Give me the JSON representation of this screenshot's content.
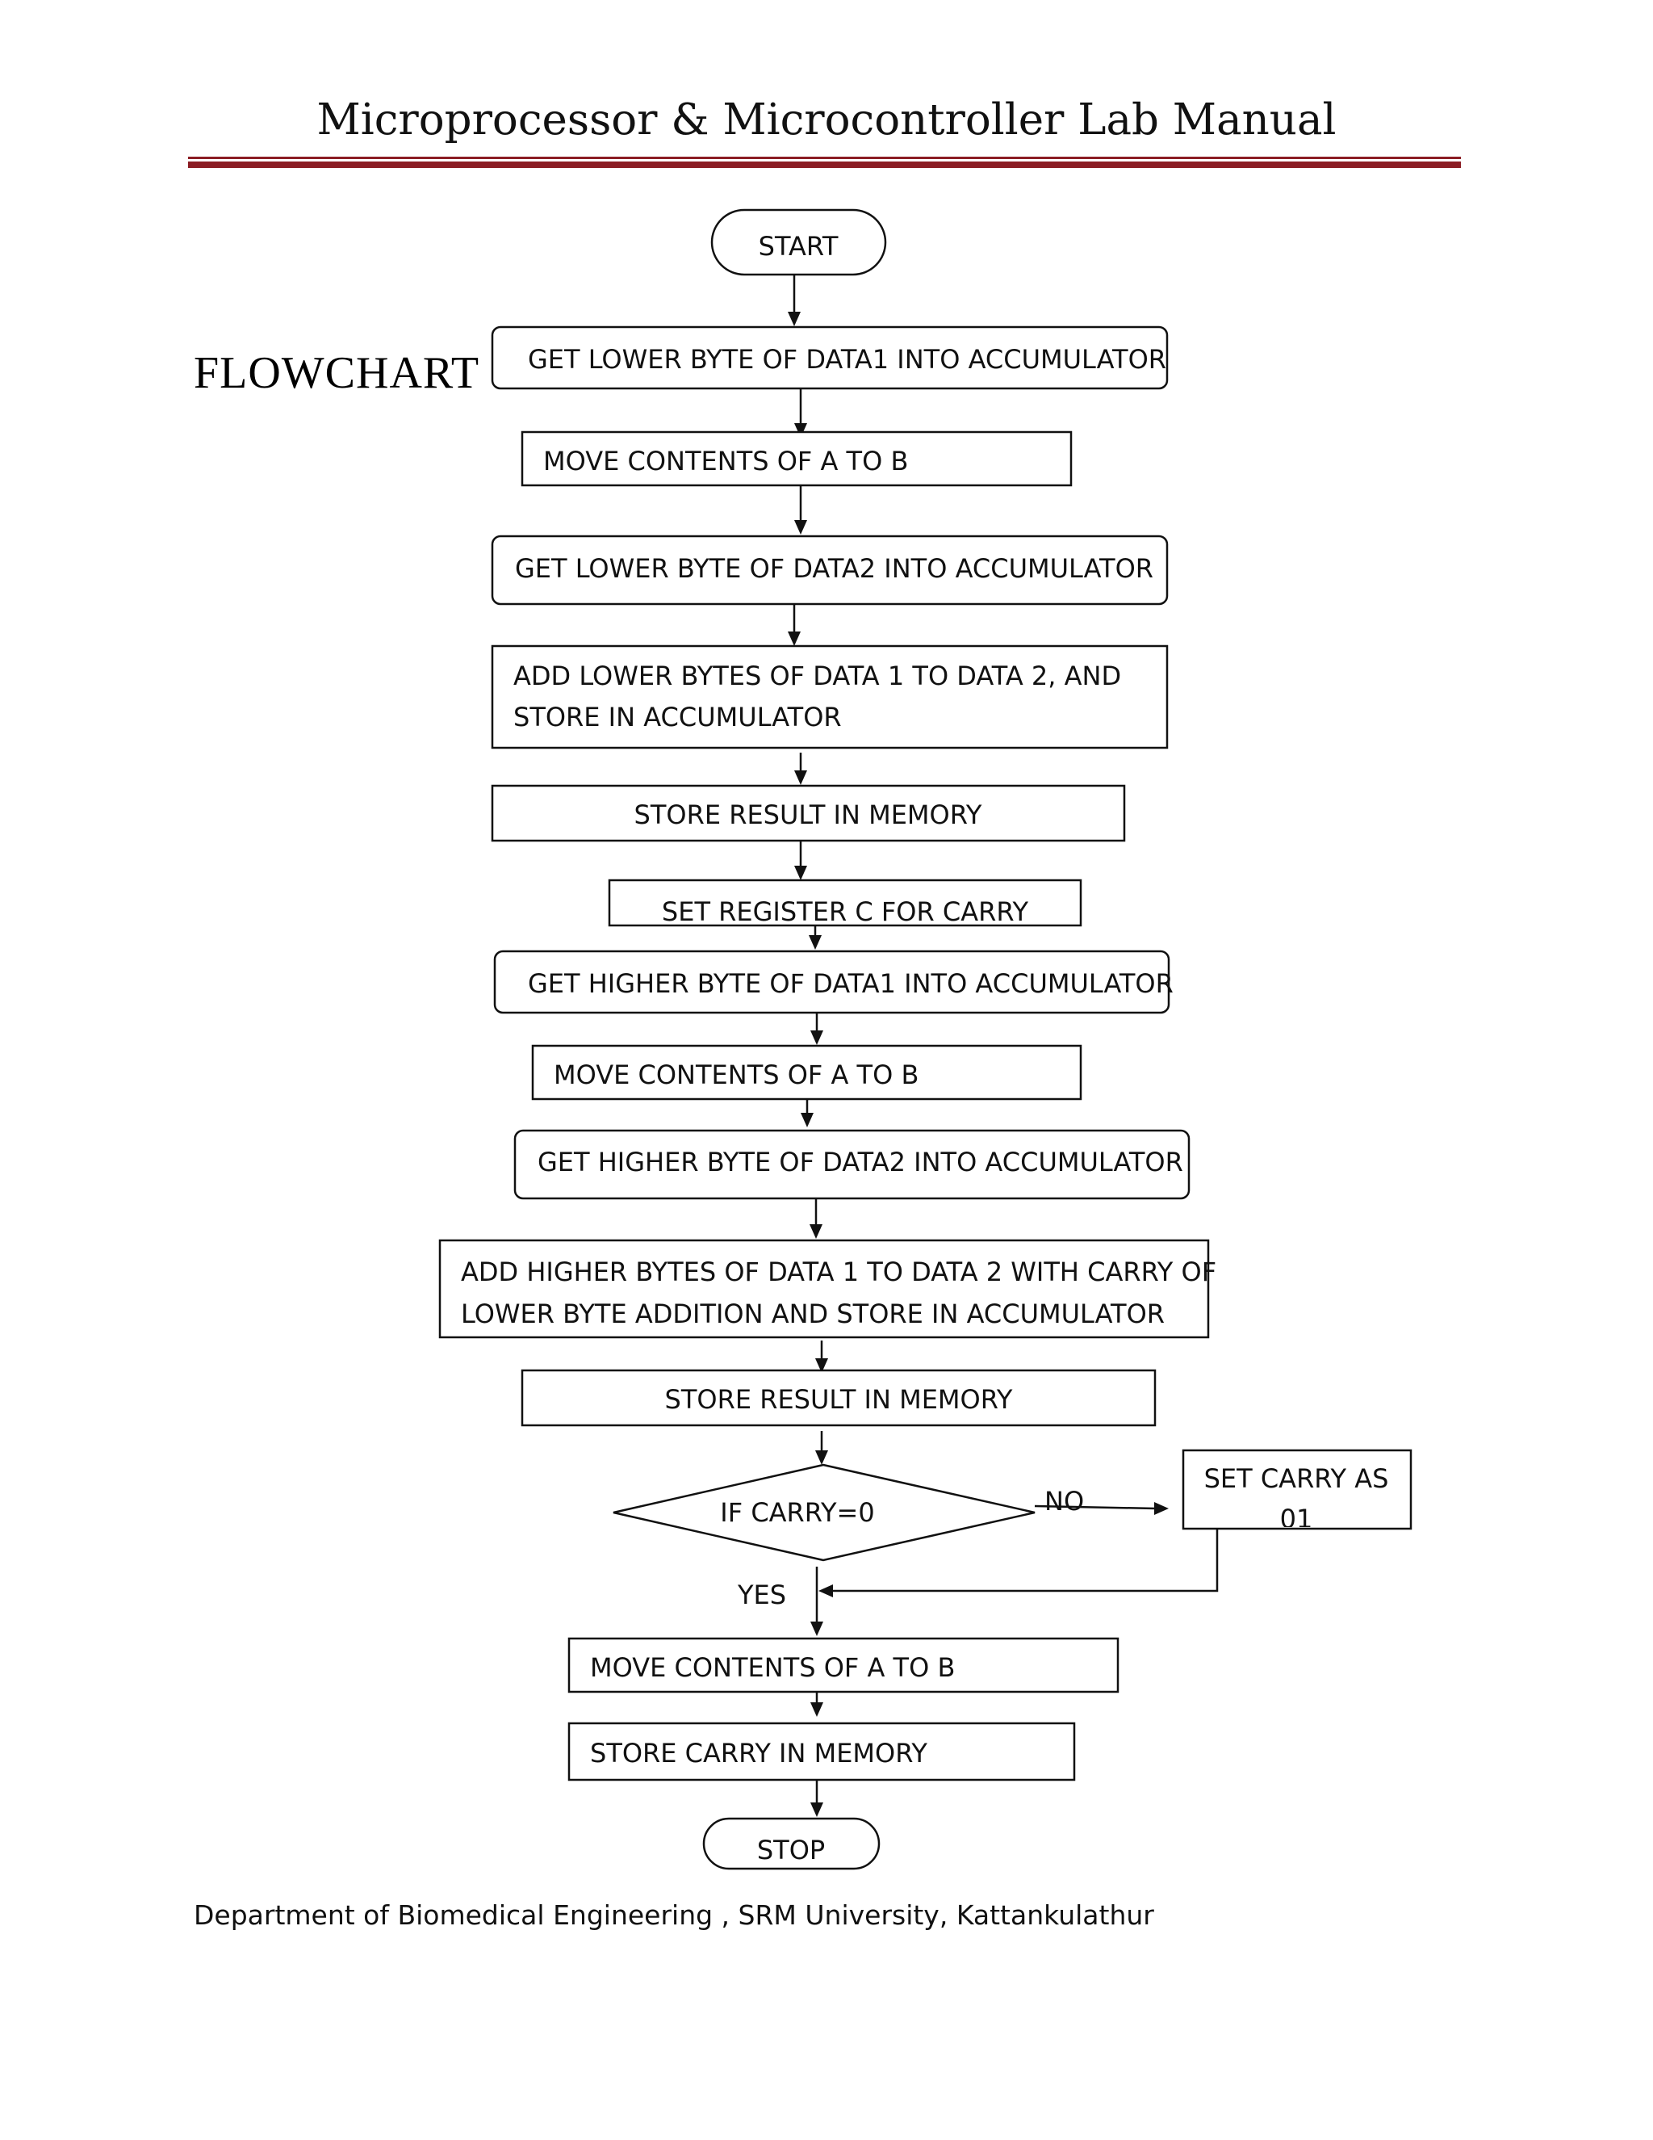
{
  "header": {
    "title": "Microprocessor & Microcontroller Lab Manual"
  },
  "section_label": "FLOWCHART",
  "flowchart": {
    "start": "START",
    "steps": {
      "s1": "GET LOWER BYTE OF DATA1 INTO ACCUMULATOR",
      "s2": "MOVE CONTENTS OF A TO B",
      "s3": "GET LOWER BYTE OF DATA2 INTO ACCUMULATOR",
      "s4_line1": "ADD LOWER BYTES OF DATA 1 TO DATA 2, AND",
      "s4_line2": "STORE IN ACCUMULATOR",
      "s5": "STORE RESULT IN MEMORY",
      "s6": "SET REGISTER C FOR CARRY",
      "s7": "GET HIGHER BYTE OF DATA1 INTO ACCUMULATOR",
      "s8": "MOVE CONTENTS OF A TO B",
      "s9": "GET HIGHER BYTE OF DATA2 INTO ACCUMULATOR",
      "s10_line1": "ADD HIGHER BYTES OF DATA 1 TO DATA 2 WITH CARRY OF",
      "s10_line2": "LOWER BYTE ADDITION AND STORE IN ACCUMULATOR",
      "s11": "STORE RESULT IN MEMORY",
      "s12": "MOVE CONTENTS OF A TO B",
      "s13": "STORE CARRY IN MEMORY"
    },
    "decision": "IF CARRY=0",
    "no_label": "NO",
    "yes_label": "YES",
    "side_box_line1": "SET CARRY AS",
    "side_box_line2": "01",
    "stop": "STOP"
  },
  "footer": "Department of Biomedical Engineering , SRM University, Kattankulathur"
}
